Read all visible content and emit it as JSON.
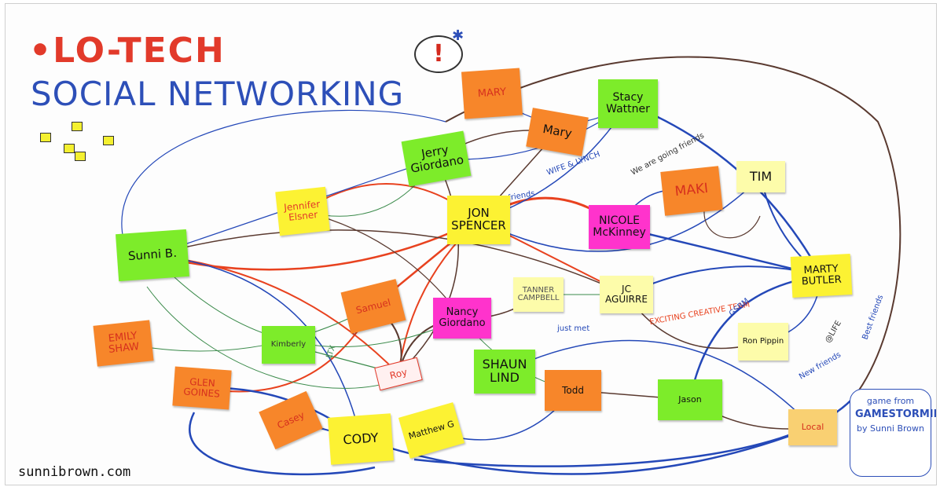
{
  "title": {
    "line1": "•LO-TECH",
    "line2": "SOCIAL NETWORKING"
  },
  "footer": "sunnibrown.com",
  "exclamation": "!",
  "credit": {
    "line1": "game from",
    "line2": "GAMESTORMIN",
    "line3": "by Sunni Brown"
  },
  "colors": {
    "orange": "#f7862a",
    "green": "#7dec2a",
    "pink": "#ff33cc",
    "yellow": "#fcf233",
    "paleyellow": "#fdfcaa",
    "red_line": "#e8421f",
    "blue_line": "#2448b8",
    "brown_line": "#5a3a30"
  },
  "nodes": [
    {
      "id": "sunni",
      "label": "Sunni B."
    },
    {
      "id": "jennifer",
      "label": "Jennifer Elsner"
    },
    {
      "id": "jerry",
      "label": "Jerry Giordano"
    },
    {
      "id": "mary1",
      "label": "MARY"
    },
    {
      "id": "mary2",
      "label": "Mary"
    },
    {
      "id": "stacy",
      "label": "Stacy Wattner"
    },
    {
      "id": "jon",
      "label": "JON SPENCER"
    },
    {
      "id": "nicole",
      "label": "NICOLE McKinney"
    },
    {
      "id": "maki",
      "label": "MAKI"
    },
    {
      "id": "tim",
      "label": "TIM"
    },
    {
      "id": "marty",
      "label": "MARTY BUTLER"
    },
    {
      "id": "jc",
      "label": "JC AGUIRRE"
    },
    {
      "id": "tanner",
      "label": "TANNER CAMPBELL"
    },
    {
      "id": "nancy",
      "label": "Nancy Giordano"
    },
    {
      "id": "samuel",
      "label": "Samuel"
    },
    {
      "id": "emily",
      "label": "EMILY SHAW"
    },
    {
      "id": "kimberly",
      "label": "Kimberly"
    },
    {
      "id": "glen",
      "label": "GLEN GOINES"
    },
    {
      "id": "roy",
      "label": "Roy"
    },
    {
      "id": "shaun",
      "label": "SHAUN LIND"
    },
    {
      "id": "casey",
      "label": "Casey"
    },
    {
      "id": "cody",
      "label": "CODY"
    },
    {
      "id": "matthew",
      "label": "Matthew G"
    },
    {
      "id": "todd",
      "label": "Todd"
    },
    {
      "id": "jason",
      "label": "Jason"
    },
    {
      "id": "ron",
      "label": "Ron Pippin"
    },
    {
      "id": "local",
      "label": "Local"
    }
  ],
  "edge_labels": {
    "wife": "WIFE & LYNCH",
    "going": "We are going friends",
    "bestfriends": "Best friends",
    "friends": "friends",
    "newfriends": "New friends",
    "ltx": "LTX",
    "justmet": "just met",
    "exciting": "EXCITING CREATIVE TEAM",
    "gsbm": "GSBM",
    "life": "@LIFE"
  }
}
